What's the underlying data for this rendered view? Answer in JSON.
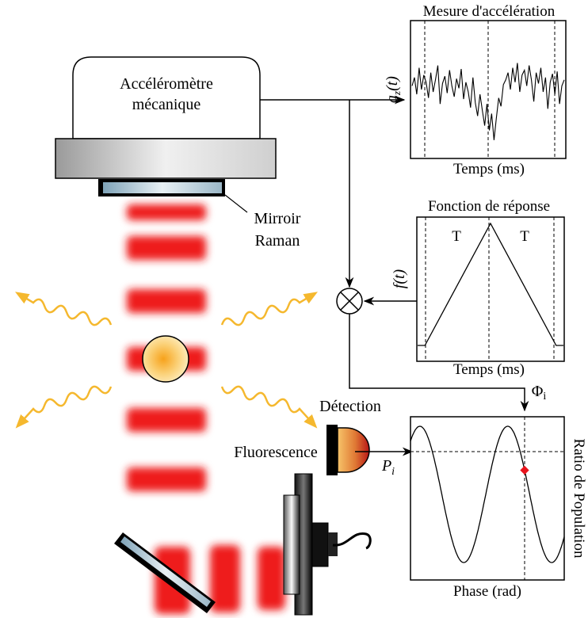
{
  "accelerometer": {
    "line1": "Accéléromètre",
    "line2": "mécanique"
  },
  "mirror": {
    "line1": "Mirroir",
    "line2": "Raman"
  },
  "accel_chart": {
    "title": "Mesure d'accélération",
    "xlabel": "Temps (ms)",
    "signal_label": "a",
    "signal_sub": "z",
    "signal_arg": "(t)"
  },
  "response_chart": {
    "title": "Fonction de réponse",
    "xlabel": "Temps (ms)",
    "left_T": "T",
    "right_T": "T",
    "signal_label": "f(t)"
  },
  "phase_chart": {
    "xlabel": "Phase (rad)",
    "ylabel": "Ratio de Population",
    "phi_label": "Φ",
    "phi_sub": "i"
  },
  "detection": {
    "label": "Détection",
    "fluorescence": "Fluorescence",
    "p_label": "P",
    "p_sub": "i"
  },
  "colors": {
    "beam": "#ee1c1c",
    "wave": "#f5b82e",
    "atom": "#f7b733",
    "marker": "#e8141c"
  },
  "chart_data": [
    {
      "type": "line",
      "name": "acceleration",
      "description_free": true,
      "values": [
        0.55,
        0.62,
        0.48,
        0.7,
        0.52,
        0.64,
        0.58,
        0.45,
        0.66,
        0.5,
        0.6,
        0.72,
        0.4,
        0.57,
        0.63,
        0.49,
        0.68,
        0.55,
        0.46,
        0.61,
        0.53,
        0.69,
        0.44,
        0.58,
        0.5,
        0.37,
        0.62,
        0.41,
        0.3,
        0.48,
        0.35,
        0.22,
        0.4,
        0.18,
        0.32,
        0.1,
        0.28,
        0.45,
        0.38,
        0.56,
        0.6,
        0.66,
        0.52,
        0.7,
        0.58,
        0.74,
        0.5,
        0.64,
        0.68,
        0.55,
        0.72,
        0.6,
        0.42,
        0.66,
        0.57,
        0.7,
        0.5,
        0.62,
        0.36,
        0.58,
        0.65,
        0.48,
        0.67,
        0.4,
        0.55,
        0.6
      ]
    },
    {
      "type": "line",
      "name": "response",
      "x": [
        0,
        0.05,
        0.5,
        0.95,
        1
      ],
      "y": [
        0,
        0,
        1,
        0,
        0
      ]
    },
    {
      "type": "line",
      "name": "phase",
      "function": "sine",
      "cycles": 1.75,
      "marker_phase_fraction": 0.72
    }
  ]
}
